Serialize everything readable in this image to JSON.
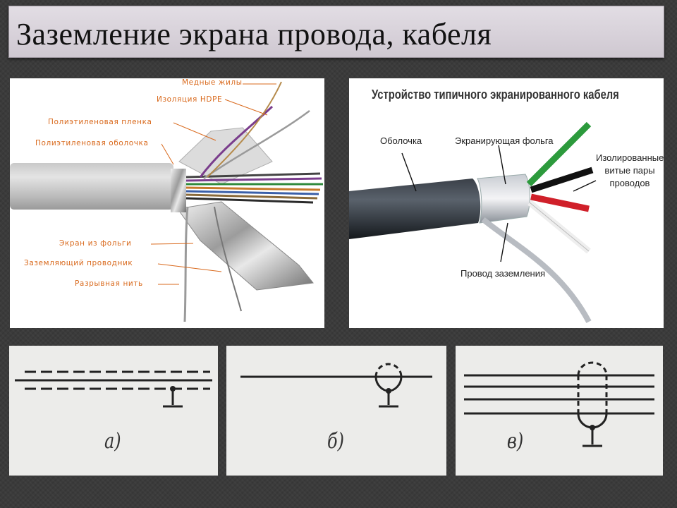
{
  "title": "Заземление экрана провода, кабеля",
  "left_photo": {
    "labels": {
      "copper_cores": "Медные жилы",
      "hdpe_insulation": "Изоляция HDPE",
      "pe_film": "Полиэтиленовая пленка",
      "pe_sheath": "Полиэтиленовая оболочка",
      "foil_screen": "Экран из фольги",
      "ground_conductor": "Заземляющий проводник",
      "rip_cord": "Разрывная нить"
    }
  },
  "right_photo": {
    "heading": "Устройство типичного экранированного кабеля",
    "labels": {
      "sheath": "Оболочка",
      "shield_foil": "Экранирующая фольга",
      "twisted_pairs": "Изолированные витые пары проводов",
      "ground_wire": "Провод заземления"
    }
  },
  "diagrams": [
    {
      "letter": "а)"
    },
    {
      "letter": "б)"
    },
    {
      "letter": "в)"
    }
  ],
  "colors": {
    "label_orange": "#d9691c",
    "background": "#3b3b3b",
    "title_bar": "#d9d3db"
  }
}
